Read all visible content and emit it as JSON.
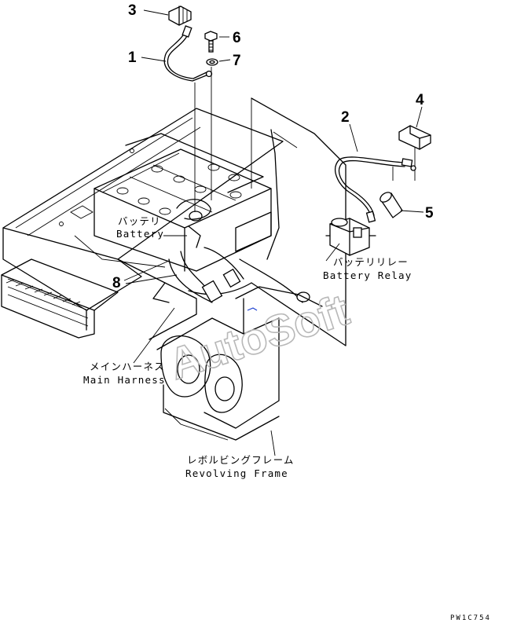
{
  "callouts": {
    "part_1": "1",
    "part_2": "2",
    "part_3": "3",
    "part_4": "4",
    "part_5": "5",
    "part_6": "6",
    "part_7": "7",
    "part_8": "8"
  },
  "labels": {
    "battery_jp": "バッテリ",
    "battery_en": "Battery",
    "relay_jp": "バッテリリレー",
    "relay_en": "Battery Relay",
    "harness_jp": "メインハーネス",
    "harness_en": "Main Harness",
    "frame_jp": "レボルビングフレーム",
    "frame_en": "Revolving Frame"
  },
  "watermark": "AutoSoft",
  "drawing_code": "PW1C754"
}
